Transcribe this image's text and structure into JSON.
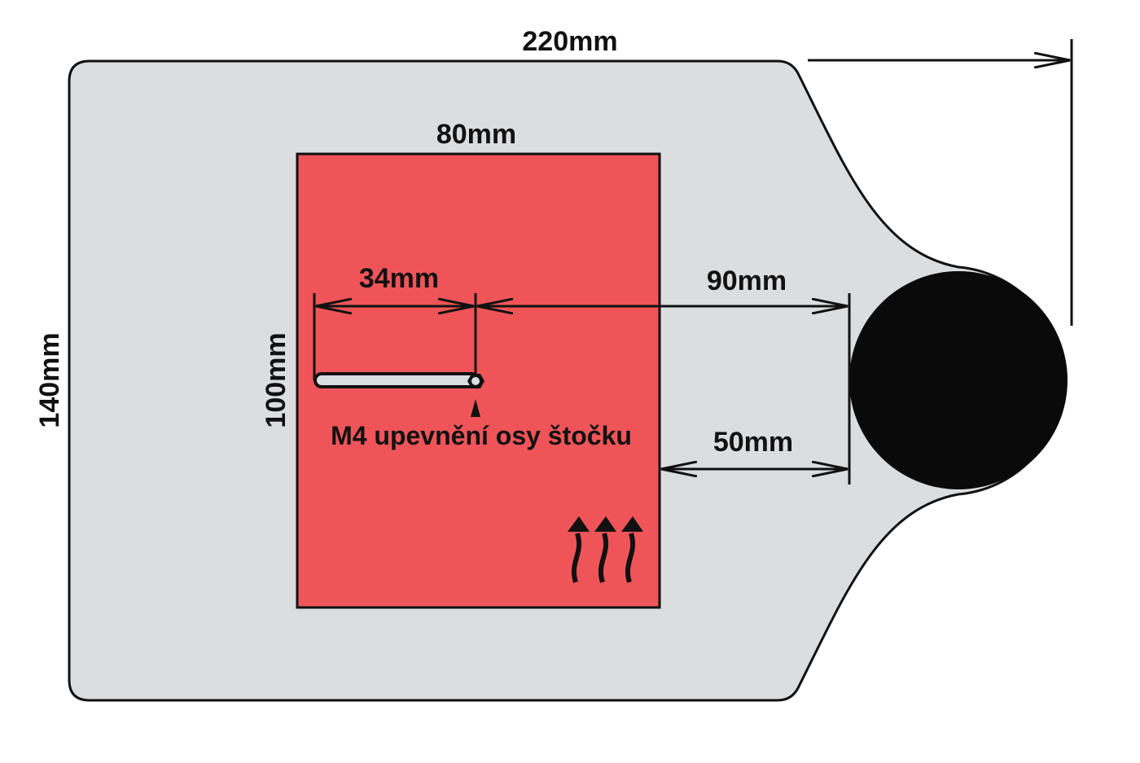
{
  "dimensions": {
    "total_length": "220mm",
    "total_height": "140mm",
    "plate_width": "80mm",
    "plate_height": "100mm",
    "slot_length": "34mm",
    "axis_to_pivot": "90mm",
    "plate_to_pivot": "50mm"
  },
  "annotation": "M4 upevnění osy štočku",
  "colors": {
    "body": "#dcdddf",
    "plate": "#ef5558",
    "outline": "#111111",
    "pivot": "#0a0a0a"
  }
}
